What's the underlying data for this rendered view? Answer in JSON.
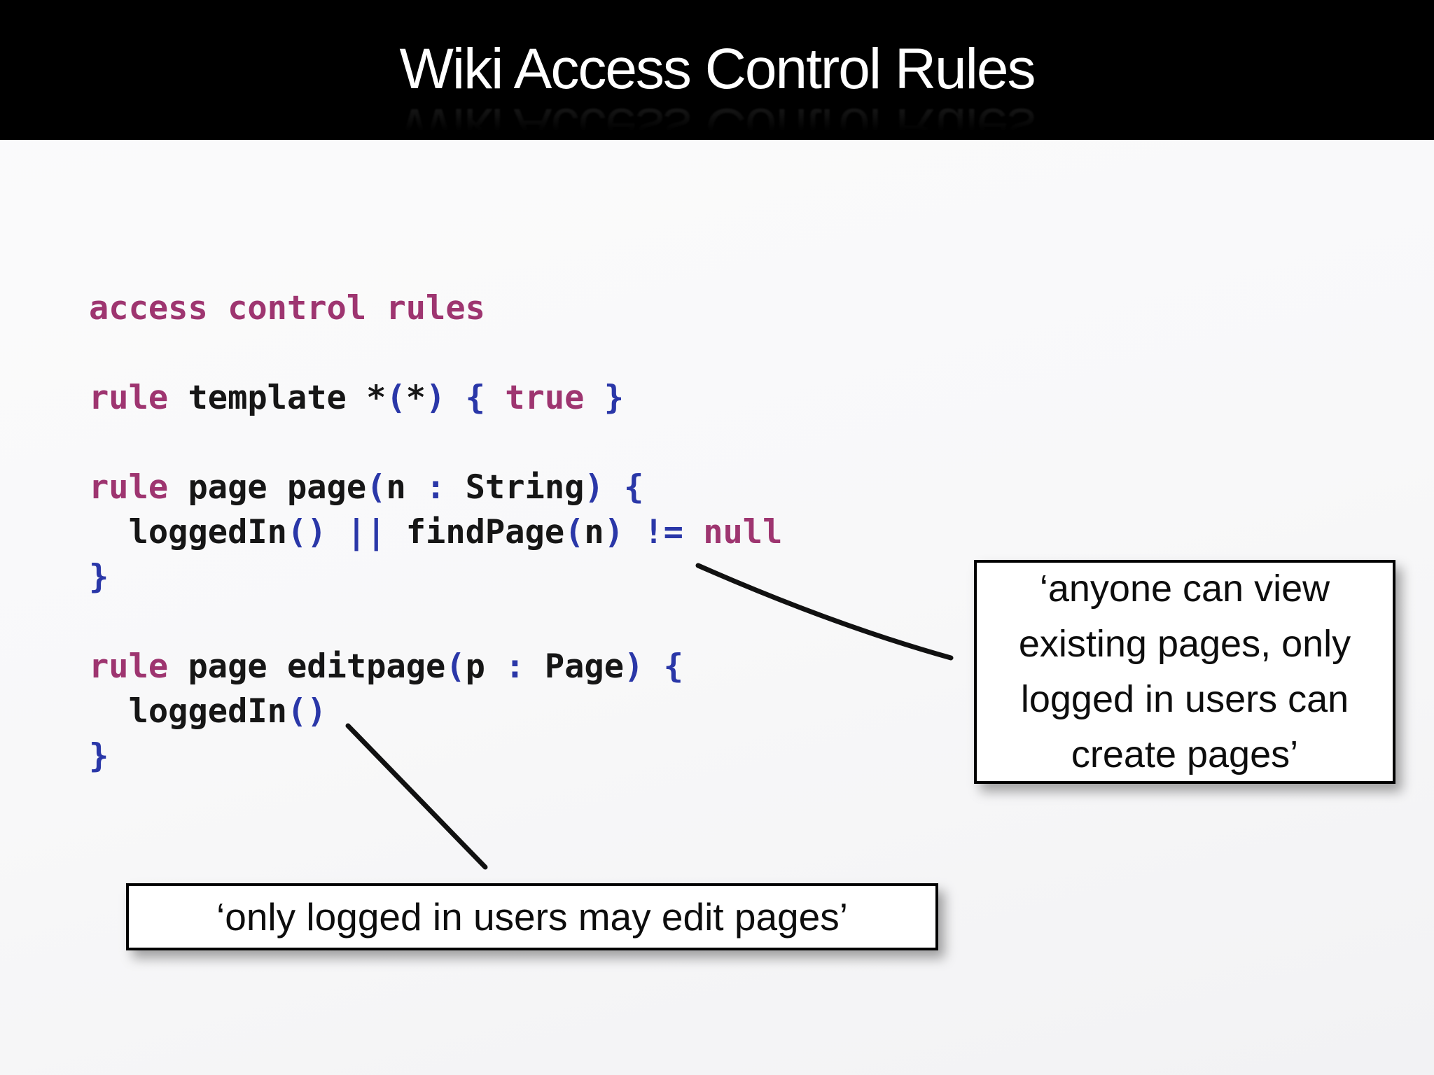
{
  "title": "Wiki Access Control Rules",
  "colors": {
    "header_bg": "#000000",
    "header_fg": "#ffffff",
    "code_keyword": "#9e3570",
    "code_punct": "#2a37a8",
    "code_plain": "#161616",
    "callout_border": "#000000",
    "connector": "#111111"
  },
  "code": {
    "lines": [
      [
        {
          "t": "access control rules",
          "c": "kw"
        }
      ],
      [],
      [
        {
          "t": "rule",
          "c": "kw"
        },
        {
          "t": " template *",
          "c": "pl"
        },
        {
          "t": "(",
          "c": "pu"
        },
        {
          "t": "*",
          "c": "pl"
        },
        {
          "t": ")",
          "c": "pu"
        },
        {
          "t": " ",
          "c": "pl"
        },
        {
          "t": "{",
          "c": "pu"
        },
        {
          "t": " ",
          "c": "pl"
        },
        {
          "t": "true",
          "c": "kw"
        },
        {
          "t": " ",
          "c": "pl"
        },
        {
          "t": "}",
          "c": "pu"
        }
      ],
      [],
      [
        {
          "t": "rule",
          "c": "kw"
        },
        {
          "t": " page page",
          "c": "pl"
        },
        {
          "t": "(",
          "c": "pu"
        },
        {
          "t": "n ",
          "c": "pl"
        },
        {
          "t": ":",
          "c": "pu"
        },
        {
          "t": " String",
          "c": "pl"
        },
        {
          "t": ")",
          "c": "pu"
        },
        {
          "t": " ",
          "c": "pl"
        },
        {
          "t": "{",
          "c": "pu"
        }
      ],
      [
        {
          "t": "  loggedIn",
          "c": "pl"
        },
        {
          "t": "()",
          "c": "pu"
        },
        {
          "t": " ",
          "c": "pl"
        },
        {
          "t": "||",
          "c": "pu"
        },
        {
          "t": " findPage",
          "c": "pl"
        },
        {
          "t": "(",
          "c": "pu"
        },
        {
          "t": "n",
          "c": "pl"
        },
        {
          "t": ")",
          "c": "pu"
        },
        {
          "t": " ",
          "c": "pl"
        },
        {
          "t": "!=",
          "c": "pu"
        },
        {
          "t": " ",
          "c": "pl"
        },
        {
          "t": "null",
          "c": "kw"
        }
      ],
      [
        {
          "t": "}",
          "c": "pu"
        }
      ],
      [],
      [
        {
          "t": "rule",
          "c": "kw"
        },
        {
          "t": " page editpage",
          "c": "pl"
        },
        {
          "t": "(",
          "c": "pu"
        },
        {
          "t": "p ",
          "c": "pl"
        },
        {
          "t": ":",
          "c": "pu"
        },
        {
          "t": " Page",
          "c": "pl"
        },
        {
          "t": ")",
          "c": "pu"
        },
        {
          "t": " ",
          "c": "pl"
        },
        {
          "t": "{",
          "c": "pu"
        }
      ],
      [
        {
          "t": "  loggedIn",
          "c": "pl"
        },
        {
          "t": "()",
          "c": "pu"
        }
      ],
      [
        {
          "t": "}",
          "c": "pu"
        }
      ]
    ]
  },
  "callouts": {
    "create_pages": {
      "lines": [
        "‘anyone can view",
        "existing pages, only",
        "logged in users can",
        "create pages’"
      ]
    },
    "edit_pages": {
      "text": "‘only logged in users may edit pages’"
    }
  }
}
